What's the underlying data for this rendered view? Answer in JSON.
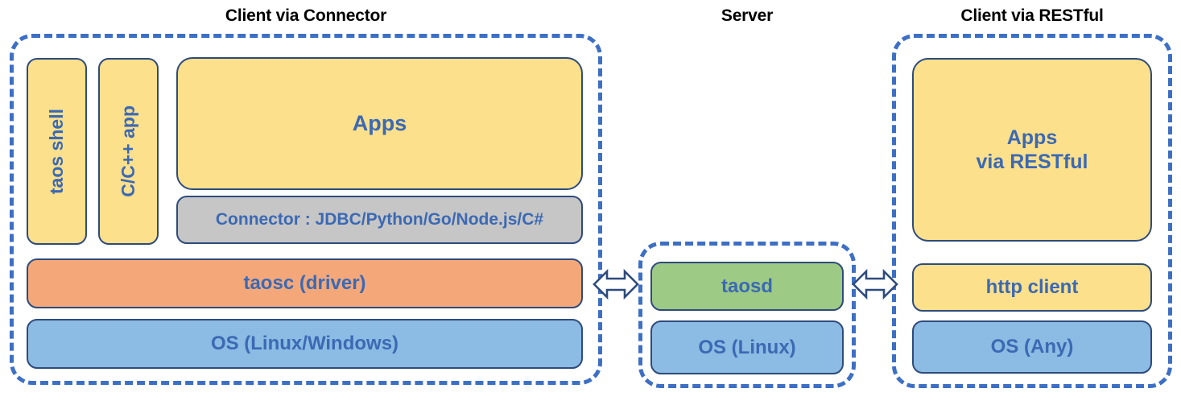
{
  "diagram": {
    "sections": [
      {
        "key": "connector",
        "title": "Client via Connector"
      },
      {
        "key": "server",
        "title": "Server"
      },
      {
        "key": "restful",
        "title": "Client via RESTful"
      }
    ],
    "colors": {
      "yellow": "#FCE08C",
      "orange": "#F4A87A",
      "blue": "#8CBBE3",
      "green": "#9DCA85",
      "gray": "#C6C6C6",
      "label_text": "#3B69B4",
      "box_border": "#2E4B7C",
      "group_border": "#3D6FC4",
      "title_text": "#000000",
      "arrow_stroke": "#2E4B7C",
      "arrow_fill": "#FFFFFF"
    },
    "client_connector": {
      "title": "Client via Connector",
      "taos_shell": "taos shell",
      "cpp_app": "C/C++ app",
      "apps": "Apps",
      "connector": "Connector : JDBC/Python/Go/Node.js/C#",
      "taosc": "taosc (driver)",
      "os": "OS (Linux/Windows)"
    },
    "server": {
      "title": "Server",
      "taosd": "taosd",
      "os": "OS (Linux)"
    },
    "client_restful": {
      "title": "Client via RESTful",
      "apps_line1": "Apps",
      "apps_line2": "via RESTful",
      "http_client": "http client",
      "os": "OS (Any)"
    },
    "arrows": {
      "left": "bidirectional-arrow",
      "right": "bidirectional-arrow"
    }
  }
}
